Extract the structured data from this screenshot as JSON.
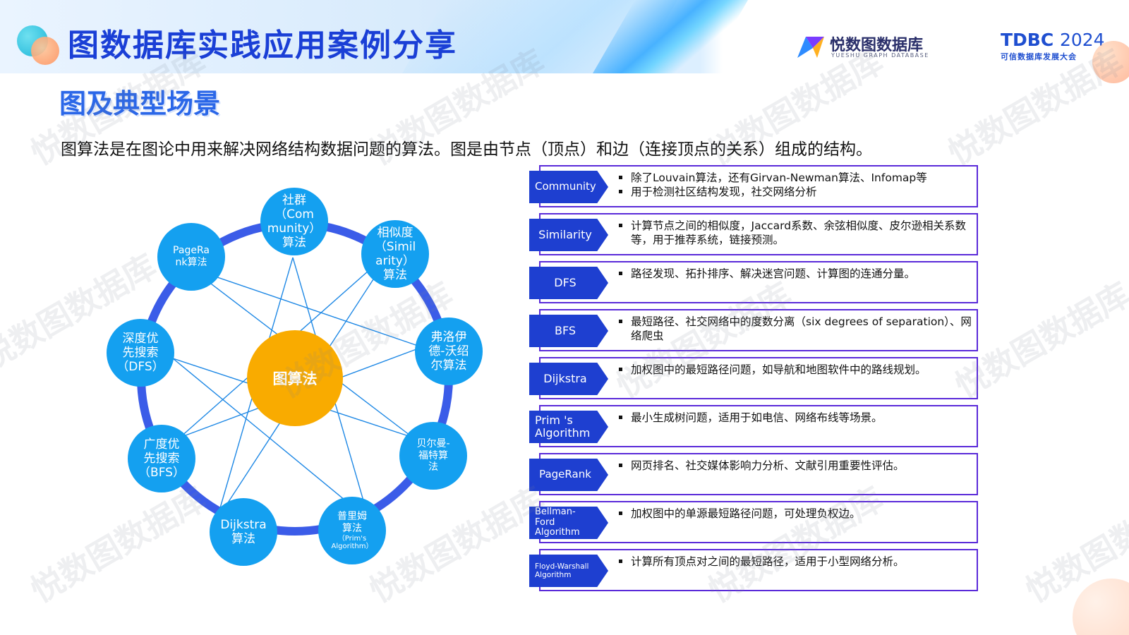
{
  "header": {
    "title": "图数据库实践应用案例分享",
    "brand_name": "悦数图数据库",
    "brand_subtitle": "YUESHU GRAPH DATABASE",
    "event_title": "TDBC",
    "event_year": "2024",
    "event_subtitle": "可信数据库发展大会"
  },
  "section": {
    "title": "图及典型场景",
    "intro": "图算法是在图论中用来解决网络结构数据问题的算法。图是由节点（顶点）和边（连接顶点的关系）组成的结构。"
  },
  "diagram": {
    "center": "图算法",
    "nodes": [
      {
        "label": "社群\n（Com\nmunity）\n算法"
      },
      {
        "label": "相似度\n（Simil\narity）\n算法"
      },
      {
        "label": "弗洛伊\n德-沃绍\n尔算法"
      },
      {
        "label": "贝尔曼-\n福特算\n法"
      },
      {
        "label": "普里姆\n算法",
        "sub": "（Prim's\nAlgorithm）"
      },
      {
        "label": "Dijkstra\n算法"
      },
      {
        "label": "广度优\n先搜索\n（BFS）"
      },
      {
        "label": "深度优\n先搜索\n（DFS）"
      },
      {
        "label": "PageRa\nnk算法"
      }
    ]
  },
  "algorithms": [
    {
      "tag": "Community",
      "points": [
        "除了Louvain算法，还有Girvan-Newman算法、Infomap等",
        "用于检测社区结构发现，社交网络分析"
      ]
    },
    {
      "tag": "Similarity",
      "points": [
        "计算节点之间的相似度，Jaccard系数、余弦相似度、皮尔逊相关系数等，用于推荐系统，链接预测。"
      ]
    },
    {
      "tag": "DFS",
      "points": [
        "路径发现、拓扑排序、解决迷宫问题、计算图的连通分量。"
      ]
    },
    {
      "tag": "BFS",
      "points": [
        "最短路径、社交网络中的度数分离（six degrees of separation）、网络爬虫"
      ]
    },
    {
      "tag": "Dijkstra",
      "points": [
        "加权图中的最短路径问题，如导航和地图软件中的路线规划。"
      ]
    },
    {
      "tag": "Prim  's Algorithm",
      "points": [
        "最小生成树问题，适用于如电信、网络布线等场景。"
      ]
    },
    {
      "tag": "PageRank",
      "points": [
        "网页排名、社交媒体影响力分析、文献引用重要性评估。"
      ]
    },
    {
      "tag": "Bellman-Ford Algorithm",
      "points": [
        "加权图中的单源最短路径问题，可处理负权边。"
      ]
    },
    {
      "tag": "Floyd-Warshall Algorithm",
      "points": [
        "计算所有顶点对之间的最短路径，适用于小型网络分析。"
      ]
    }
  ],
  "watermark": "悦数图数据库",
  "colors": {
    "title_blue": "#1a3fd6",
    "node_blue": "#14a0f0",
    "ring_blue": "#3b5ce8",
    "center_orange": "#f9ab00",
    "tag_blue": "#1e3fd0",
    "box_border_purple": "#5a2ad9"
  }
}
